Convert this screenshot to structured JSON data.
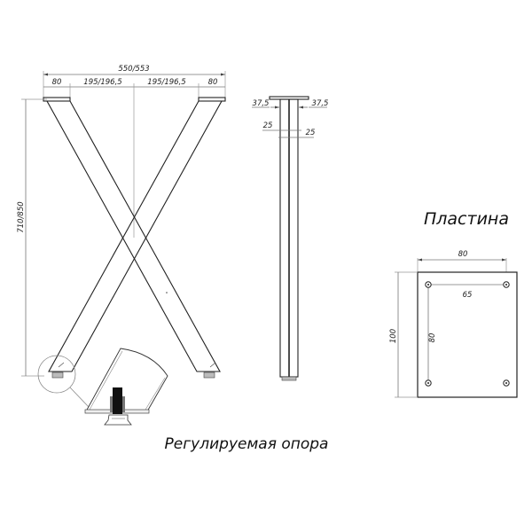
{
  "front_view": {
    "overall_width_label": "550/553",
    "segment_labels": [
      "80",
      "195/196,5",
      "195/196,5",
      "80"
    ],
    "height_label": "710/850"
  },
  "side_view": {
    "top_left_label": "37,5",
    "top_right_label": "37,5",
    "inner_left_label": "25",
    "inner_right_label": "25"
  },
  "plate": {
    "title": "Пластина",
    "width_label": "80",
    "height_label": "100",
    "hole_spacing_horizontal_label": "65",
    "hole_spacing_vertical_label": "80"
  },
  "detail": {
    "caption": "Регулируемая опора"
  },
  "colors": {
    "line": "#222222",
    "dimension": "#777777",
    "background": "#ffffff"
  }
}
